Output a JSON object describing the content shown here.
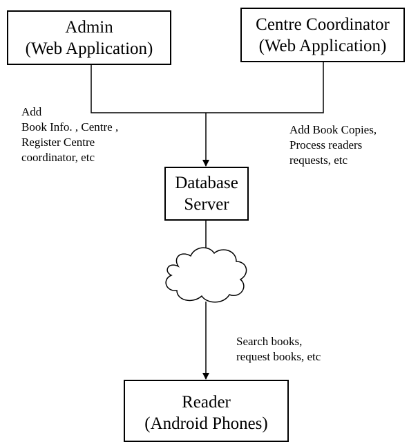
{
  "nodes": {
    "admin": {
      "line1": "Admin",
      "line2": "(Web Application)"
    },
    "centre_coordinator": {
      "line1": "Centre Coordinator",
      "line2": "(Web Application)"
    },
    "database_server": {
      "line1": "Database",
      "line2": "Server"
    },
    "reader": {
      "line1": "Reader",
      "line2": "(Android Phones)"
    }
  },
  "edge_labels": {
    "admin": [
      "Add",
      "Book Info. , Centre ,",
      "Register Centre",
      "coordinator, etc"
    ],
    "centre_coordinator": [
      "Add Book Copies,",
      "Process readers",
      "requests, etc"
    ],
    "reader": [
      "Search books,",
      "request books, etc"
    ]
  },
  "cloud": {
    "icon": "cloud-icon"
  },
  "colors": {
    "stroke": "#000000",
    "fill": "#ffffff"
  }
}
